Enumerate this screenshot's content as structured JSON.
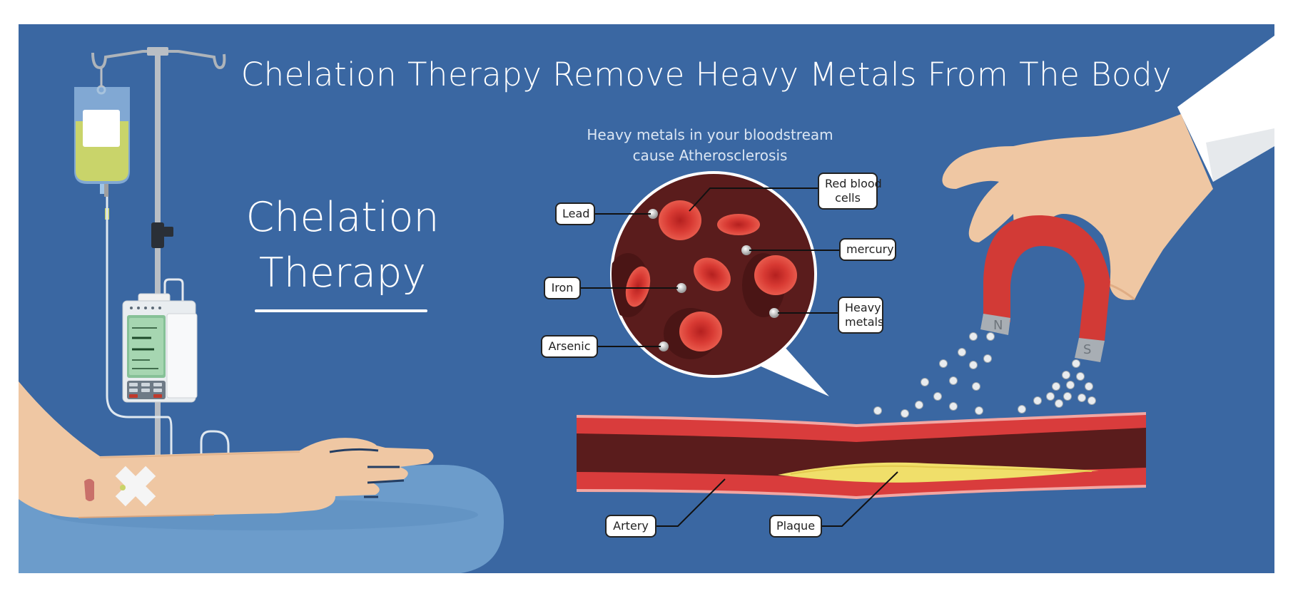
{
  "title": "Chelation Therapy Remove Heavy Metals From The Body",
  "subtitle": {
    "line1": "Heavy metals in your bloodstream",
    "line2": "cause Atherosclerosis"
  },
  "heading": {
    "line1": "Chelation",
    "line2": "Therapy"
  },
  "labels": {
    "lead": "Lead",
    "iron": "Iron",
    "arsenic": "Arsenic",
    "red_blood_cells_1": "Red blood",
    "red_blood_cells_2": "cells",
    "mercury": "mercury",
    "heavy_metals_1": "Heavy",
    "heavy_metals_2": "metals",
    "artery": "Artery",
    "plaque": "Plaque"
  },
  "magnet": {
    "north": "N",
    "south": "S"
  },
  "colors": {
    "background": "#3a67a2",
    "blood": "#5a1c1c",
    "artery_wall": "#d93c3c",
    "plaque": "#f0df6a",
    "skin": "#efc7a3",
    "magnet_red": "#d23a36"
  }
}
